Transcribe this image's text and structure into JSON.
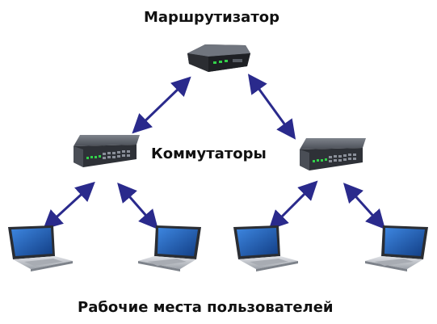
{
  "labels": {
    "router": "Маршрутизатор",
    "switches": "Коммутаторы",
    "workstations": "Рабочие места пользователей"
  },
  "colors": {
    "arrow": "#2a2a8c",
    "device_dark": "#3c3f46",
    "device_light": "#8a8f99",
    "led": "#33d04a",
    "laptop_screen": "#1f5fb8",
    "laptop_body": "#c9ccd1"
  },
  "nodes": [
    {
      "id": "router",
      "icon": "router-icon"
    },
    {
      "id": "switch-left",
      "icon": "switch-icon"
    },
    {
      "id": "switch-right",
      "icon": "switch-icon"
    },
    {
      "id": "laptop-1",
      "icon": "laptop-icon"
    },
    {
      "id": "laptop-2",
      "icon": "laptop-icon"
    },
    {
      "id": "laptop-3",
      "icon": "laptop-icon"
    },
    {
      "id": "laptop-4",
      "icon": "laptop-icon"
    }
  ],
  "links": [
    {
      "from": "router",
      "to": "switch-left"
    },
    {
      "from": "router",
      "to": "switch-right"
    },
    {
      "from": "switch-left",
      "to": "laptop-1"
    },
    {
      "from": "switch-left",
      "to": "laptop-2"
    },
    {
      "from": "switch-right",
      "to": "laptop-3"
    },
    {
      "from": "switch-right",
      "to": "laptop-4"
    }
  ]
}
